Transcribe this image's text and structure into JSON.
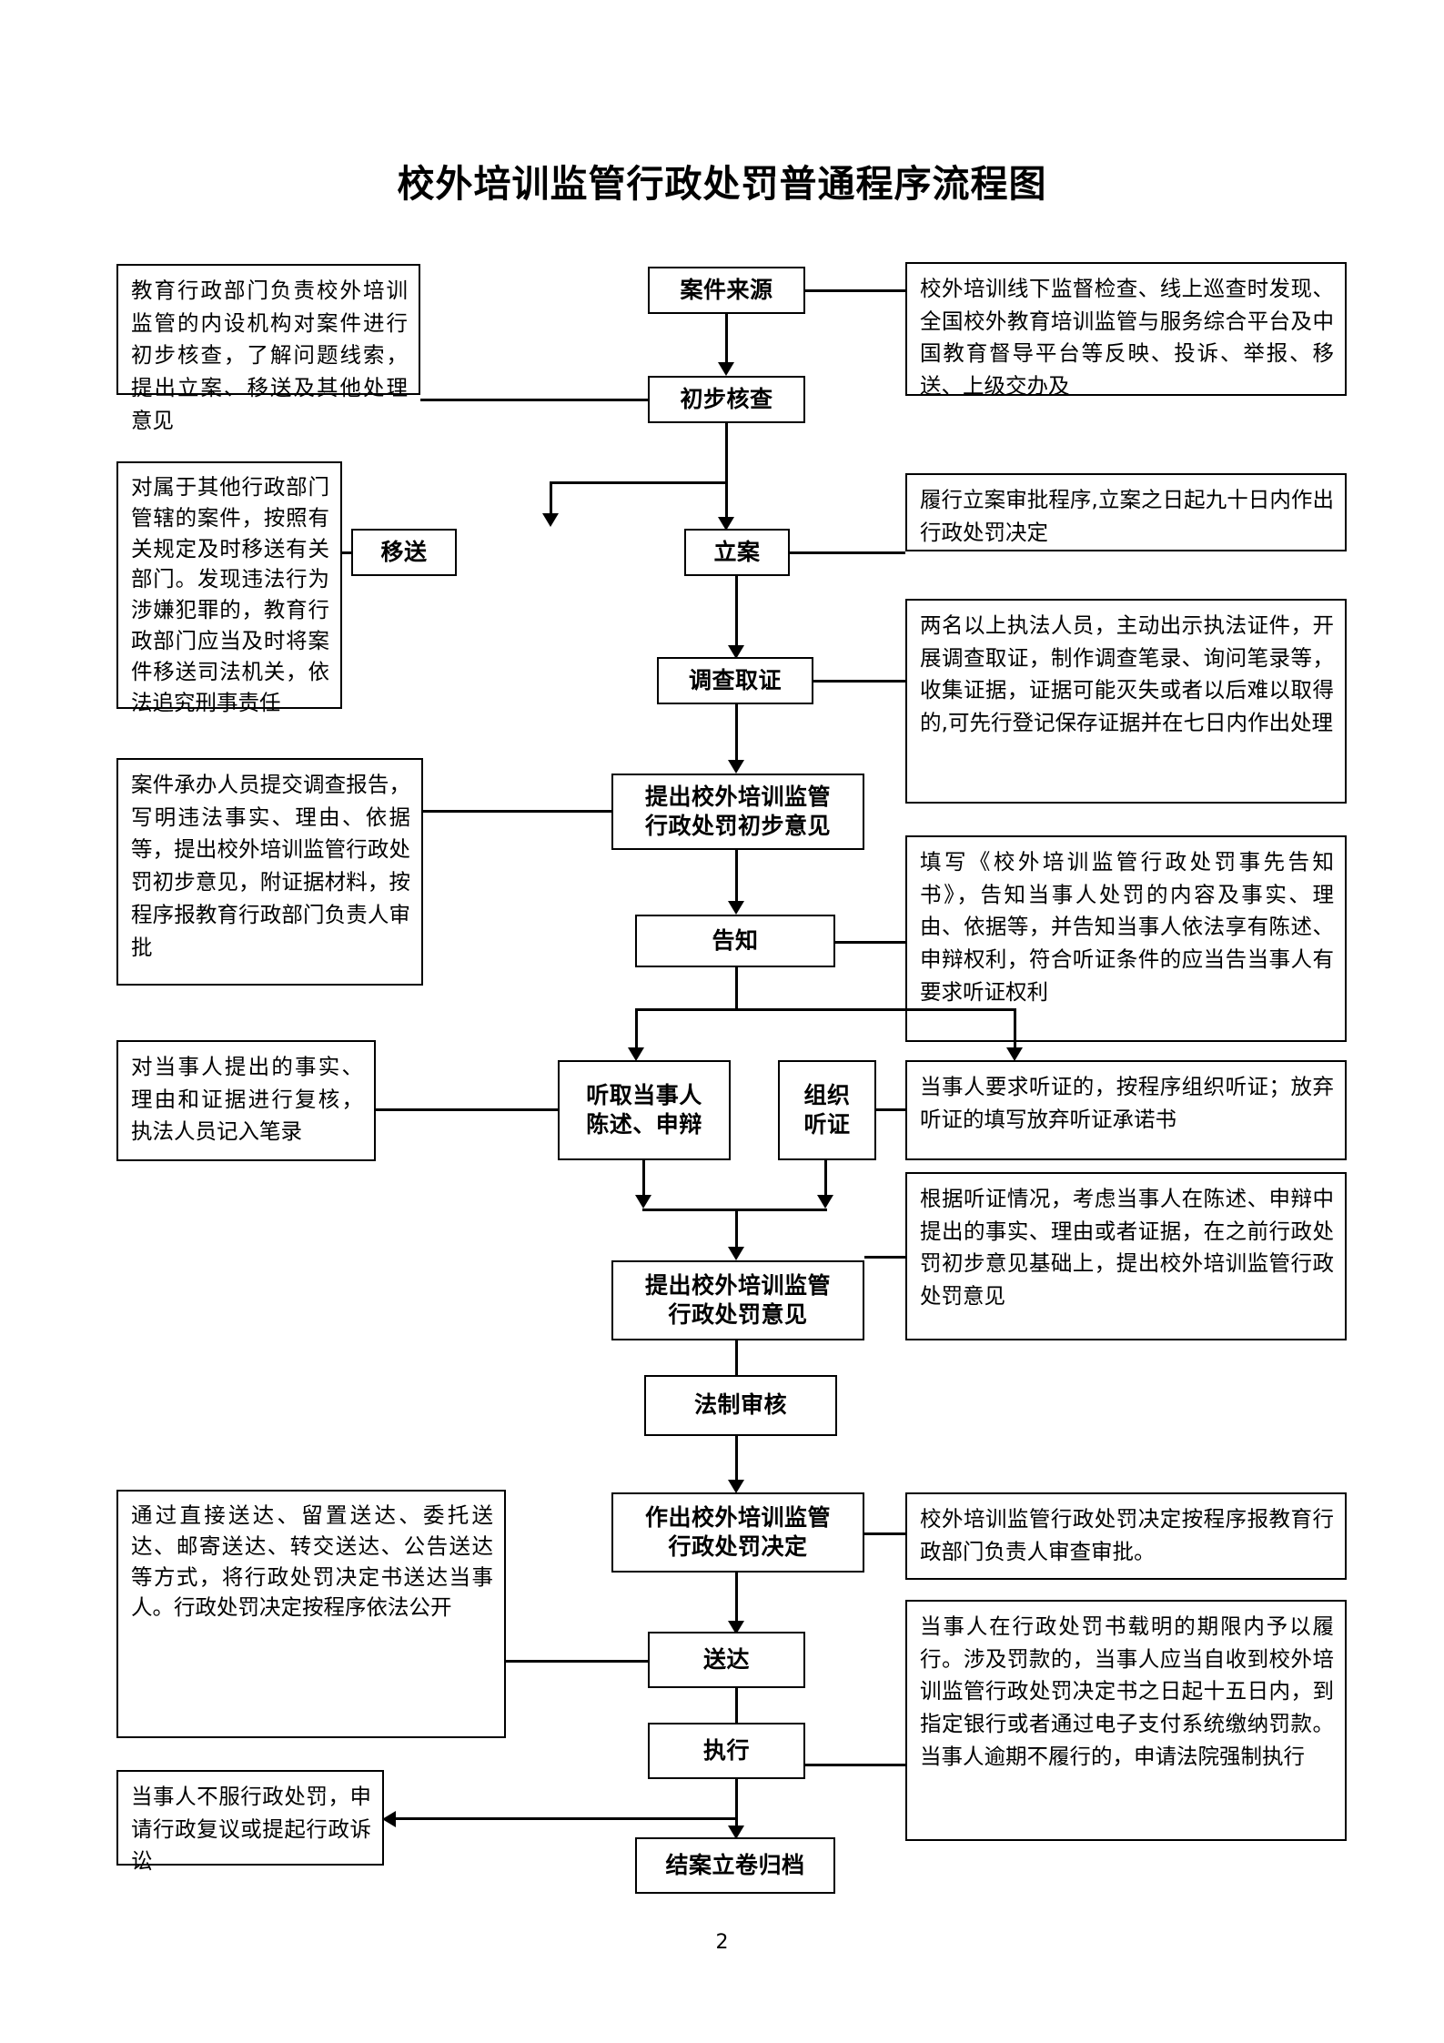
{
  "document": {
    "title": "校外培训监管行政处罚普通程序流程图",
    "page_number": "2"
  },
  "nodes": {
    "case_source": "案件来源",
    "preliminary_review": "初步核查",
    "transfer": "移送",
    "file_case": "立案",
    "investigation": "调查取证",
    "preliminary_opinion": "提出校外培训监管\n行政处罚初步意见",
    "preliminary_opinion_l1": "提出校外培训监管",
    "preliminary_opinion_l2": "行政处罚初步意见",
    "notification": "告知",
    "hearing_statement_l1": "听取当事人",
    "hearing_statement_l2": "陈述、申辩",
    "organize_hearing_l1": "组织",
    "organize_hearing_l2": "听证",
    "punishment_opinion_l1": "提出校外培训监管",
    "punishment_opinion_l2": "行政处罚意见",
    "legal_review": "法制审核",
    "make_decision_l1": "作出校外培训监管",
    "make_decision_l2": "行政处罚决定",
    "serve": "送达",
    "execute": "执行",
    "close_archive": "结案立卷归档"
  },
  "notes": {
    "case_source_left": "教育行政部门负责校外培训监管的内设机构对案件进行初步核查，了解问题线索，提出立案、移送及其他处理意见",
    "case_source_right": "校外培训线下监督检查、线上巡查时发现、全国校外教育培训监管与服务综合平台及中国教育督导平台等反映、投诉、举报、移送、上级交办及",
    "transfer_left": "对属于其他行政部门管辖的案件，按照有关规定及时移送有关部门。发现违法行为涉嫌犯罪的，教育行政部门应当及时将案件移送司法机关，依法追究刑事责任",
    "file_case_right": "履行立案审批程序,立案之日起九十日内作出行政处罚决定",
    "investigation_right": "两名以上执法人员，主动出示执法证件，开展调查取证，制作调查笔录、询问笔录等，收集证据，证据可能灭失或者以后难以取得的,可先行登记保存证据并在七日内作出处理",
    "preliminary_opinion_left": "案件承办人员提交调查报告，写明违法事实、理由、依据等，提出校外培训监管行政处罚初步意见，附证据材料，按程序报教育行政部门负责人审批",
    "notification_right": "填写《校外培训监管行政处罚事先告知书》，告知当事人处罚的内容及事实、理由、依据等，并告知当事人依法享有陈述、申辩权利，符合听证条件的应当告当事人有要求听证权利",
    "hearing_statement_left": "对当事人提出的事实、理由和证据进行复核，执法人员记入笔录",
    "organize_hearing_right": "当事人要求听证的，按程序组织听证；放弃听证的填写放弃听证承诺书",
    "punishment_opinion_right": "根据听证情况，考虑当事人在陈述、申辩中提出的事实、理由或者证据，在之前行政处罚初步意见基础上，提出校外培训监管行政处罚意见",
    "make_decision_right": "校外培训监管行政处罚决定按程序报教育行政部门负责人审查审批。",
    "serve_left": "通过直接送达、留置送达、委托送达、邮寄送达、转交送达、公告送达等方式，将行政处罚决定书送达当事人。行政处罚决定按程序依法公开",
    "execute_right": "当事人在行政处罚书载明的期限内予以履行。涉及罚款的，当事人应当自收到校外培训监管行政处罚决定书之日起十五日内，到指定银行或者通过电子支付系统缴纳罚款。当事人逾期不履行的，申请法院强制执行",
    "appeal_left": "当事人不服行政处罚，申请行政复议或提起行政诉讼"
  },
  "colors": {
    "stroke": "#000000",
    "background": "#ffffff",
    "text": "#000000"
  }
}
